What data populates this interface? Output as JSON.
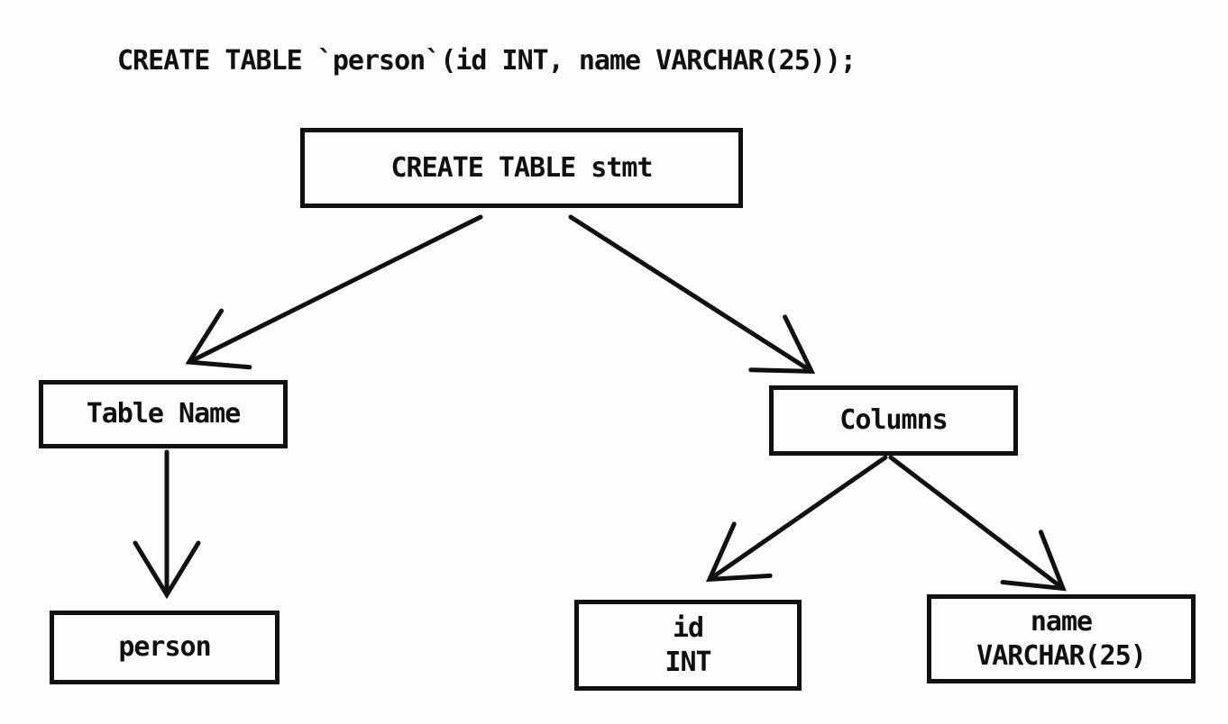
{
  "header": {
    "sql_statement": "CREATE TABLE `person`(id INT, name VARCHAR(25));"
  },
  "colors": {
    "background": "#fdfdfd",
    "ink": "#101010"
  },
  "nodes": {
    "root": {
      "label": "CREATE TABLE stmt"
    },
    "table_name": {
      "label": "Table Name"
    },
    "columns": {
      "label": "Columns"
    },
    "person": {
      "label": "person"
    },
    "column_id": {
      "line1": "id",
      "line2": "INT"
    },
    "column_name": {
      "line1": "name",
      "line2": "VARCHAR(25)"
    }
  },
  "edges": [
    {
      "from": "CREATE TABLE stmt",
      "to": "Table Name"
    },
    {
      "from": "CREATE TABLE stmt",
      "to": "Columns"
    },
    {
      "from": "Table Name",
      "to": "person"
    },
    {
      "from": "Columns",
      "to": "id INT"
    },
    {
      "from": "Columns",
      "to": "name VARCHAR(25)"
    }
  ]
}
